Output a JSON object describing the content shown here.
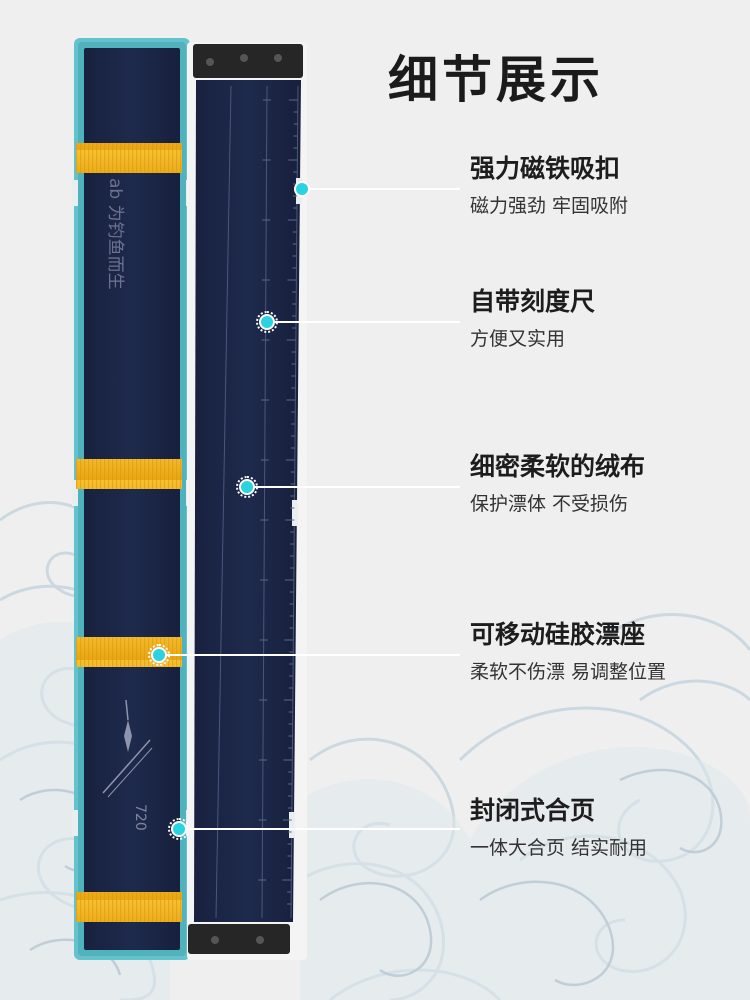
{
  "page": {
    "title": "细节展示"
  },
  "product": {
    "brand_text": "ab 为钓鱼而生",
    "model": "720",
    "colors": {
      "box_frame": "#5ec1c9",
      "fabric": "#1b2546",
      "pad": "#f4b21d",
      "hinge": "#252525",
      "accent_dot": "#2ad3e0"
    }
  },
  "features": [
    {
      "title": "强力磁铁吸扣",
      "desc": "磁力强劲 牢固吸附"
    },
    {
      "title": "自带刻度尺",
      "desc": "方便又实用"
    },
    {
      "title": "细密柔软的绒布",
      "desc": "保护漂体 不受损伤"
    },
    {
      "title": "可移动硅胶漂座",
      "desc": "柔软不伤漂 易调整位置"
    },
    {
      "title": "封闭式合页",
      "desc": "一体大合页 结实耐用"
    }
  ]
}
